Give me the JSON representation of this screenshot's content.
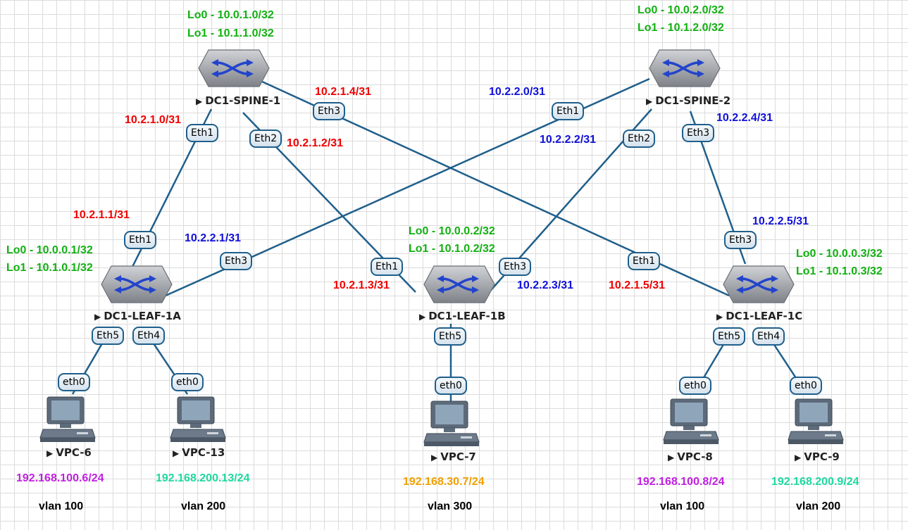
{
  "devices": {
    "spine1": {
      "name": "DC1-SPINE-1",
      "lo0": "Lo0 - 10.0.1.0/32",
      "lo1": "Lo1 - 10.1.1.0/32"
    },
    "spine2": {
      "name": "DC1-SPINE-2",
      "lo0": "Lo0 - 10.0.2.0/32",
      "lo1": "Lo1 - 10.1.2.0/32"
    },
    "leaf1a": {
      "name": "DC1-LEAF-1A",
      "lo0": "Lo0 - 10.0.0.1/32",
      "lo1": "Lo1 - 10.1.0.1/32"
    },
    "leaf1b": {
      "name": "DC1-LEAF-1B",
      "lo0": "Lo0 - 10.0.0.2/32",
      "lo1": "Lo1 - 10.1.0.2/32"
    },
    "leaf1c": {
      "name": "DC1-LEAF-1C",
      "lo0": "Lo0 - 10.0.0.3/32",
      "lo1": "Lo1 - 10.1.0.3/32"
    }
  },
  "pcs": [
    {
      "name": "VPC-6",
      "port": "eth0",
      "ip": "192.168.100.6/24",
      "vlan": "vlan 100"
    },
    {
      "name": "VPC-13",
      "port": "eth0",
      "ip": "192.168.200.13/24",
      "vlan": "vlan 200"
    },
    {
      "name": "VPC-7",
      "port": "eth0",
      "ip": "192.168.30.7/24",
      "vlan": "vlan 300"
    },
    {
      "name": "VPC-8",
      "port": "eth0",
      "ip": "192.168.100.8/24",
      "vlan": "vlan 100"
    },
    {
      "name": "VPC-9",
      "port": "eth0",
      "ip": "192.168.200.9/24",
      "vlan": "vlan 200"
    }
  ],
  "ports": {
    "spine1_eth1": "Eth1",
    "spine1_eth2": "Eth2",
    "spine1_eth3": "Eth3",
    "spine2_eth1": "Eth1",
    "spine2_eth2": "Eth2",
    "spine2_eth3": "Eth3",
    "leaf1a_eth1": "Eth1",
    "leaf1a_eth3": "Eth3",
    "leaf1a_eth4": "Eth4",
    "leaf1a_eth5": "Eth5",
    "leaf1b_eth1": "Eth1",
    "leaf1b_eth3": "Eth3",
    "leaf1b_eth5": "Eth5",
    "leaf1c_eth1": "Eth1",
    "leaf1c_eth3": "Eth3",
    "leaf1c_eth4": "Eth4",
    "leaf1c_eth5": "Eth5"
  },
  "links": {
    "s1_l1a_spine": "10.2.1.0/31",
    "s1_l1a_leaf": "10.2.1.1/31",
    "s1_l1b_spine": "10.2.1.2/31",
    "s1_l1b_leaf": "10.2.1.3/31",
    "s1_l1c_spine": "10.2.1.4/31",
    "s1_l1c_leaf": "10.2.1.5/31",
    "s2_l1a_spine": "10.2.2.0/31",
    "s2_l1a_leaf": "10.2.2.1/31",
    "s2_l1b_spine": "10.2.2.2/31",
    "s2_l1b_leaf": "10.2.2.3/31",
    "s2_l1c_spine": "10.2.2.4/31",
    "s2_l1c_leaf": "10.2.2.5/31"
  },
  "colors": {
    "link_line": "#1f5f8b",
    "spine1_subnet": "#f00000",
    "spine2_subnet": "#1010d8",
    "loopback": "#12b012",
    "vlan100_ip": "#c020e0",
    "vlan200_ip": "#20d8a0",
    "vlan300_ip": "#f0a000"
  },
  "icons": {
    "switch": "layer3-switch-icon",
    "pc": "desktop-pc-icon"
  }
}
